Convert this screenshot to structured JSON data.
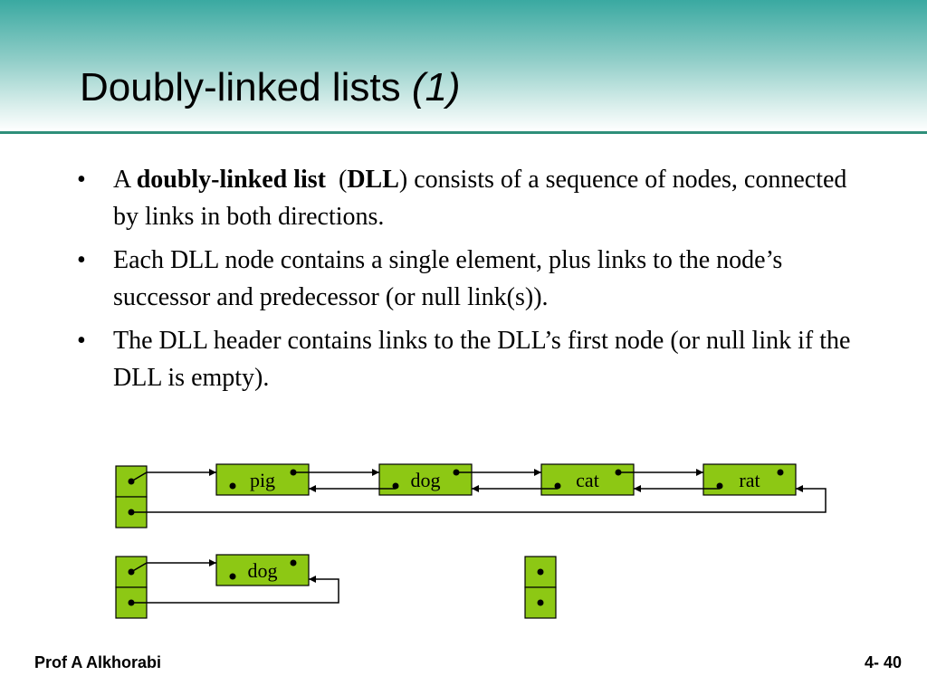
{
  "slide": {
    "title": "Doubly-linked lists",
    "title_suffix": "(1)",
    "bullet_symbol": "•"
  },
  "bullets": [
    {
      "pre": "A ",
      "term": "doubly-linked list",
      "mid": "  (",
      "abbr": "DLL",
      "post": ") consists of a sequence of nodes, connected by links in both directions."
    },
    {
      "text": "Each DLL node contains a single element, plus links to the node’s successor and predecessor (or null link(s))."
    },
    {
      "text": "The DLL header contains links to the DLL’s first node (or null link if the DLL is empty)."
    }
  ],
  "diagram": {
    "node_color": "#8dc814",
    "example_lists": [
      {
        "elements": [
          "pig",
          "dog",
          "cat",
          "rat"
        ]
      },
      {
        "elements": [
          "dog"
        ]
      },
      {
        "elements": []
      }
    ]
  },
  "footer": {
    "author": "Prof A Alkhorabi",
    "page": "4- 40"
  }
}
